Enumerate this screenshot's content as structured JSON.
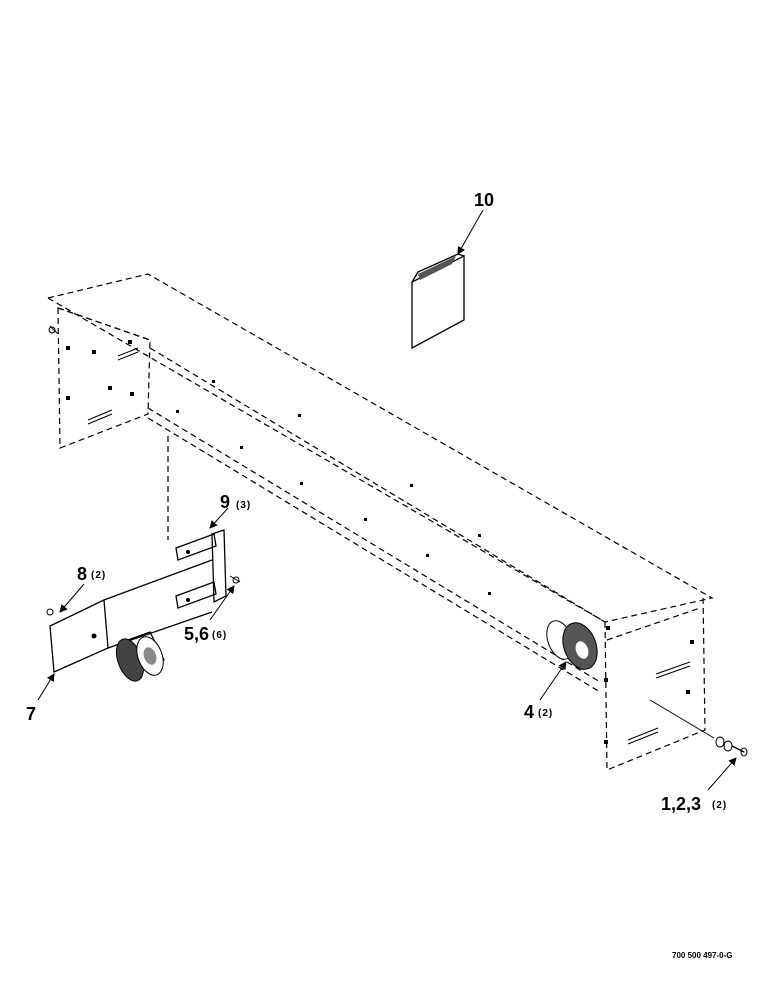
{
  "callouts": [
    {
      "id": "c10",
      "number": "10",
      "qty": ""
    },
    {
      "id": "c9",
      "number": "9",
      "qty": "(3)"
    },
    {
      "id": "c8",
      "number": "8",
      "qty": "(2)"
    },
    {
      "id": "c56",
      "number": "5,6",
      "qty": "(6)"
    },
    {
      "id": "c7",
      "number": "7",
      "qty": ""
    },
    {
      "id": "c4",
      "number": "4",
      "qty": "(2)"
    },
    {
      "id": "c123",
      "number": "1,2,3",
      "qty": "(2)"
    }
  ],
  "figure_id": "700 500 497-0-G"
}
